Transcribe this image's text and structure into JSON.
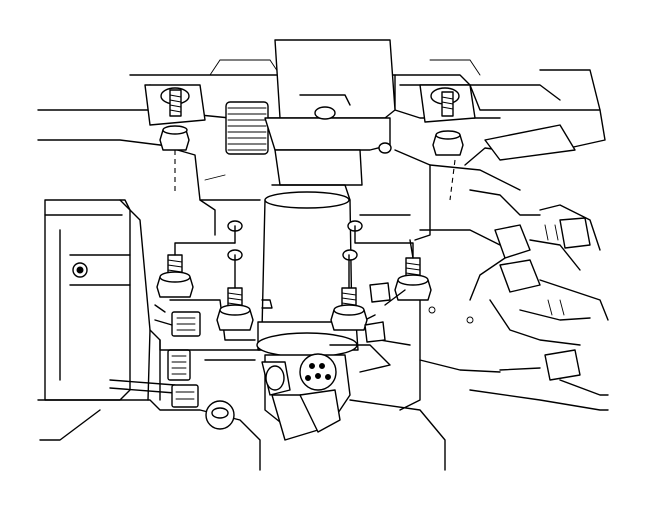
{
  "figure": {
    "description_free": true,
    "colors": {
      "line": "#000000",
      "background": "#ffffff",
      "shade": "#d9d9d9"
    }
  },
  "callouts": {
    "bolts": [
      "bolt-upper-left",
      "bolt-upper-right",
      "bolt-left-outer",
      "bolt-left-inner",
      "bolt-right-inner",
      "bolt-right-outer"
    ]
  }
}
